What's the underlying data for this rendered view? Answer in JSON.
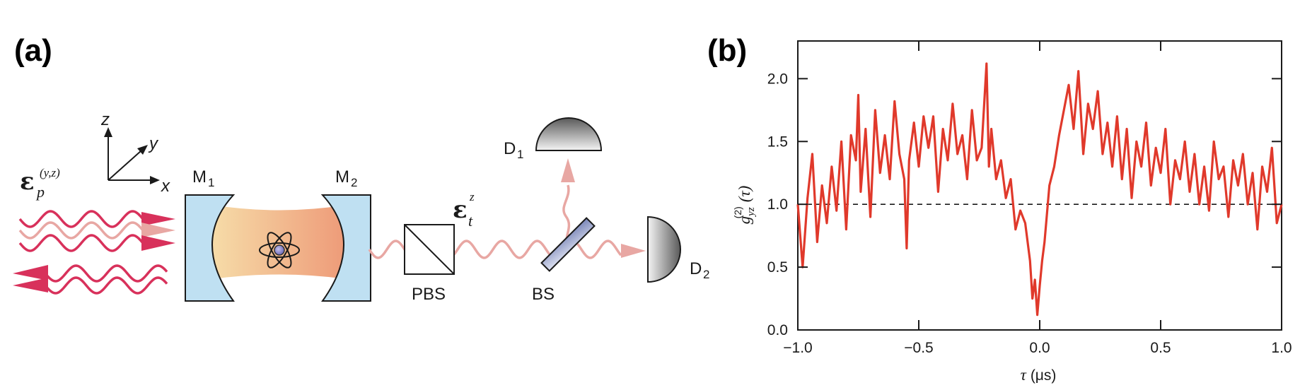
{
  "panel_a": {
    "label": "(a)",
    "axes": {
      "z": "z",
      "y": "y",
      "x": "x"
    },
    "probe_field": {
      "symbol": "ε",
      "sub": "p",
      "sup": "(y,z)"
    },
    "transmitted_field": {
      "symbol": "ε",
      "sub": "t",
      "sup": "z"
    },
    "mirror1": {
      "main": "M",
      "sub": "1"
    },
    "mirror2": {
      "main": "M",
      "sub": "2"
    },
    "pbs": "PBS",
    "bs": "BS",
    "detector1": {
      "main": "D",
      "sub": "1"
    },
    "detector2": {
      "main": "D",
      "sub": "2"
    },
    "colors": {
      "beam": "#d8315b",
      "beam_light": "#e8a7a3",
      "cavity_mode": "#f0b283",
      "mirror": "#bfe0f2"
    },
    "icons": [
      "atom-icon",
      "beam-splitter-cube-icon",
      "detector-icon"
    ]
  },
  "panel_b": {
    "label": "(b)"
  },
  "chart_data": {
    "type": "line",
    "xlabel": {
      "symbol": "τ",
      "unit": "(μs)"
    },
    "ylabel": {
      "main": "g",
      "sub": "yz",
      "sup": "(2)",
      "arg": "(τ)"
    },
    "xlim": [
      -1.0,
      1.0
    ],
    "ylim": [
      0.0,
      2.3
    ],
    "xticks": [
      "−1.0",
      "−0.5",
      "0.0",
      "0.5",
      "1.0"
    ],
    "xtick_values": [
      -1.0,
      -0.5,
      0.0,
      0.5,
      1.0
    ],
    "yticks": [
      "0.0",
      "0.5",
      "1.0",
      "1.5",
      "2.0"
    ],
    "ytick_values": [
      0.0,
      0.5,
      1.0,
      1.5,
      2.0
    ],
    "reference_line": {
      "y": 1.0,
      "style": "dashed"
    },
    "line_color": "#e0392b",
    "series": [
      {
        "x": [
          -1.0,
          -0.98,
          -0.96,
          -0.94,
          -0.92,
          -0.9,
          -0.88,
          -0.86,
          -0.84,
          -0.82,
          -0.8,
          -0.78,
          -0.76,
          -0.75,
          -0.74,
          -0.72,
          -0.7,
          -0.68,
          -0.66,
          -0.64,
          -0.62,
          -0.6,
          -0.58,
          -0.56,
          -0.55,
          -0.54,
          -0.52,
          -0.5,
          -0.48,
          -0.46,
          -0.44,
          -0.42,
          -0.4,
          -0.38,
          -0.36,
          -0.34,
          -0.32,
          -0.3,
          -0.28,
          -0.26,
          -0.24,
          -0.22,
          -0.21,
          -0.2,
          -0.18,
          -0.16,
          -0.14,
          -0.12,
          -0.1,
          -0.08,
          -0.06,
          -0.04,
          -0.03,
          -0.02,
          -0.01,
          0.0,
          0.01,
          0.02,
          0.04,
          0.06,
          0.08,
          0.1,
          0.12,
          0.14,
          0.16,
          0.18,
          0.2,
          0.22,
          0.24,
          0.26,
          0.28,
          0.3,
          0.32,
          0.34,
          0.36,
          0.38,
          0.4,
          0.42,
          0.44,
          0.46,
          0.48,
          0.5,
          0.52,
          0.54,
          0.56,
          0.58,
          0.6,
          0.62,
          0.64,
          0.66,
          0.68,
          0.7,
          0.72,
          0.74,
          0.76,
          0.78,
          0.8,
          0.82,
          0.84,
          0.86,
          0.88,
          0.9,
          0.92,
          0.94,
          0.96,
          0.98,
          1.0
        ],
        "y": [
          1.0,
          0.5,
          1.05,
          1.4,
          0.7,
          1.15,
          0.85,
          1.3,
          0.95,
          1.5,
          0.8,
          1.55,
          1.35,
          1.87,
          1.1,
          1.6,
          0.9,
          1.75,
          1.25,
          1.55,
          1.2,
          1.82,
          1.4,
          1.2,
          0.65,
          1.35,
          1.65,
          1.3,
          1.7,
          1.45,
          1.7,
          1.1,
          1.6,
          1.35,
          1.8,
          1.4,
          1.55,
          1.2,
          1.75,
          1.35,
          1.45,
          2.12,
          1.3,
          1.6,
          1.2,
          1.35,
          1.05,
          1.2,
          0.8,
          0.95,
          0.85,
          0.55,
          0.25,
          0.4,
          0.12,
          0.35,
          0.55,
          0.7,
          1.15,
          1.3,
          1.55,
          1.75,
          1.95,
          1.6,
          2.06,
          1.4,
          1.8,
          1.6,
          1.9,
          1.4,
          1.65,
          1.3,
          1.7,
          1.2,
          1.6,
          1.05,
          1.5,
          1.3,
          1.65,
          1.15,
          1.45,
          1.25,
          1.6,
          1.0,
          1.35,
          1.2,
          1.5,
          1.1,
          1.4,
          1.0,
          1.3,
          0.95,
          1.5,
          1.2,
          1.3,
          0.9,
          1.35,
          1.15,
          1.4,
          1.0,
          1.25,
          0.8,
          1.3,
          1.1,
          1.45,
          0.85,
          1.0
        ]
      }
    ]
  }
}
